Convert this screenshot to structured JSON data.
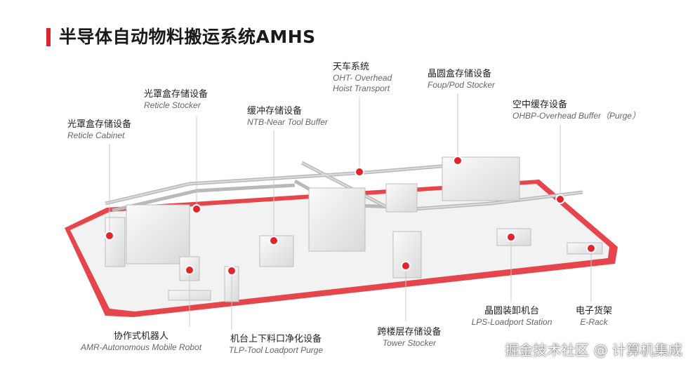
{
  "title": "半导体自动物料搬运系统AMHS",
  "labels": {
    "oht": {
      "zh": "天车系统",
      "en1": "OHT- Overhead",
      "en2": "Hoist Transport"
    },
    "foup": {
      "zh": "晶圆盒存储设备",
      "en": "Foup/Pod Stocker"
    },
    "reticle_stocker": {
      "zh": "光罩盒存储设备",
      "en": "Reticle Stocker"
    },
    "ntb": {
      "zh": "缓冲存储设备",
      "en": "NTB-Near Tool Buffer"
    },
    "ohbp": {
      "zh": "空中缓存设备",
      "en": "OHBP-Overhead Buffer（Purge）"
    },
    "reticle_cabinet": {
      "zh": "光罩盒存储设备",
      "en": "Reticle Cabinet"
    },
    "amr": {
      "zh": "协作式机器人",
      "en": "AMR-Autonomous Mobile Robot"
    },
    "tlp": {
      "zh": "机台上下料口净化设备",
      "en": "TLP-Tool Loadport Purge"
    },
    "tower": {
      "zh": "跨楼层存储设备",
      "en": "Tower Stocker"
    },
    "lps": {
      "zh": "晶圆装卸机台",
      "en": "LPS-Loadport Station"
    },
    "erack": {
      "zh": "电子货架",
      "en": "E-Rack"
    }
  },
  "watermark": "掘金技术社区 @ 计算机集成",
  "colors": {
    "accent": "#e0242b",
    "floor": "#f1f1f1",
    "equipment": "#e9e9e9"
  }
}
